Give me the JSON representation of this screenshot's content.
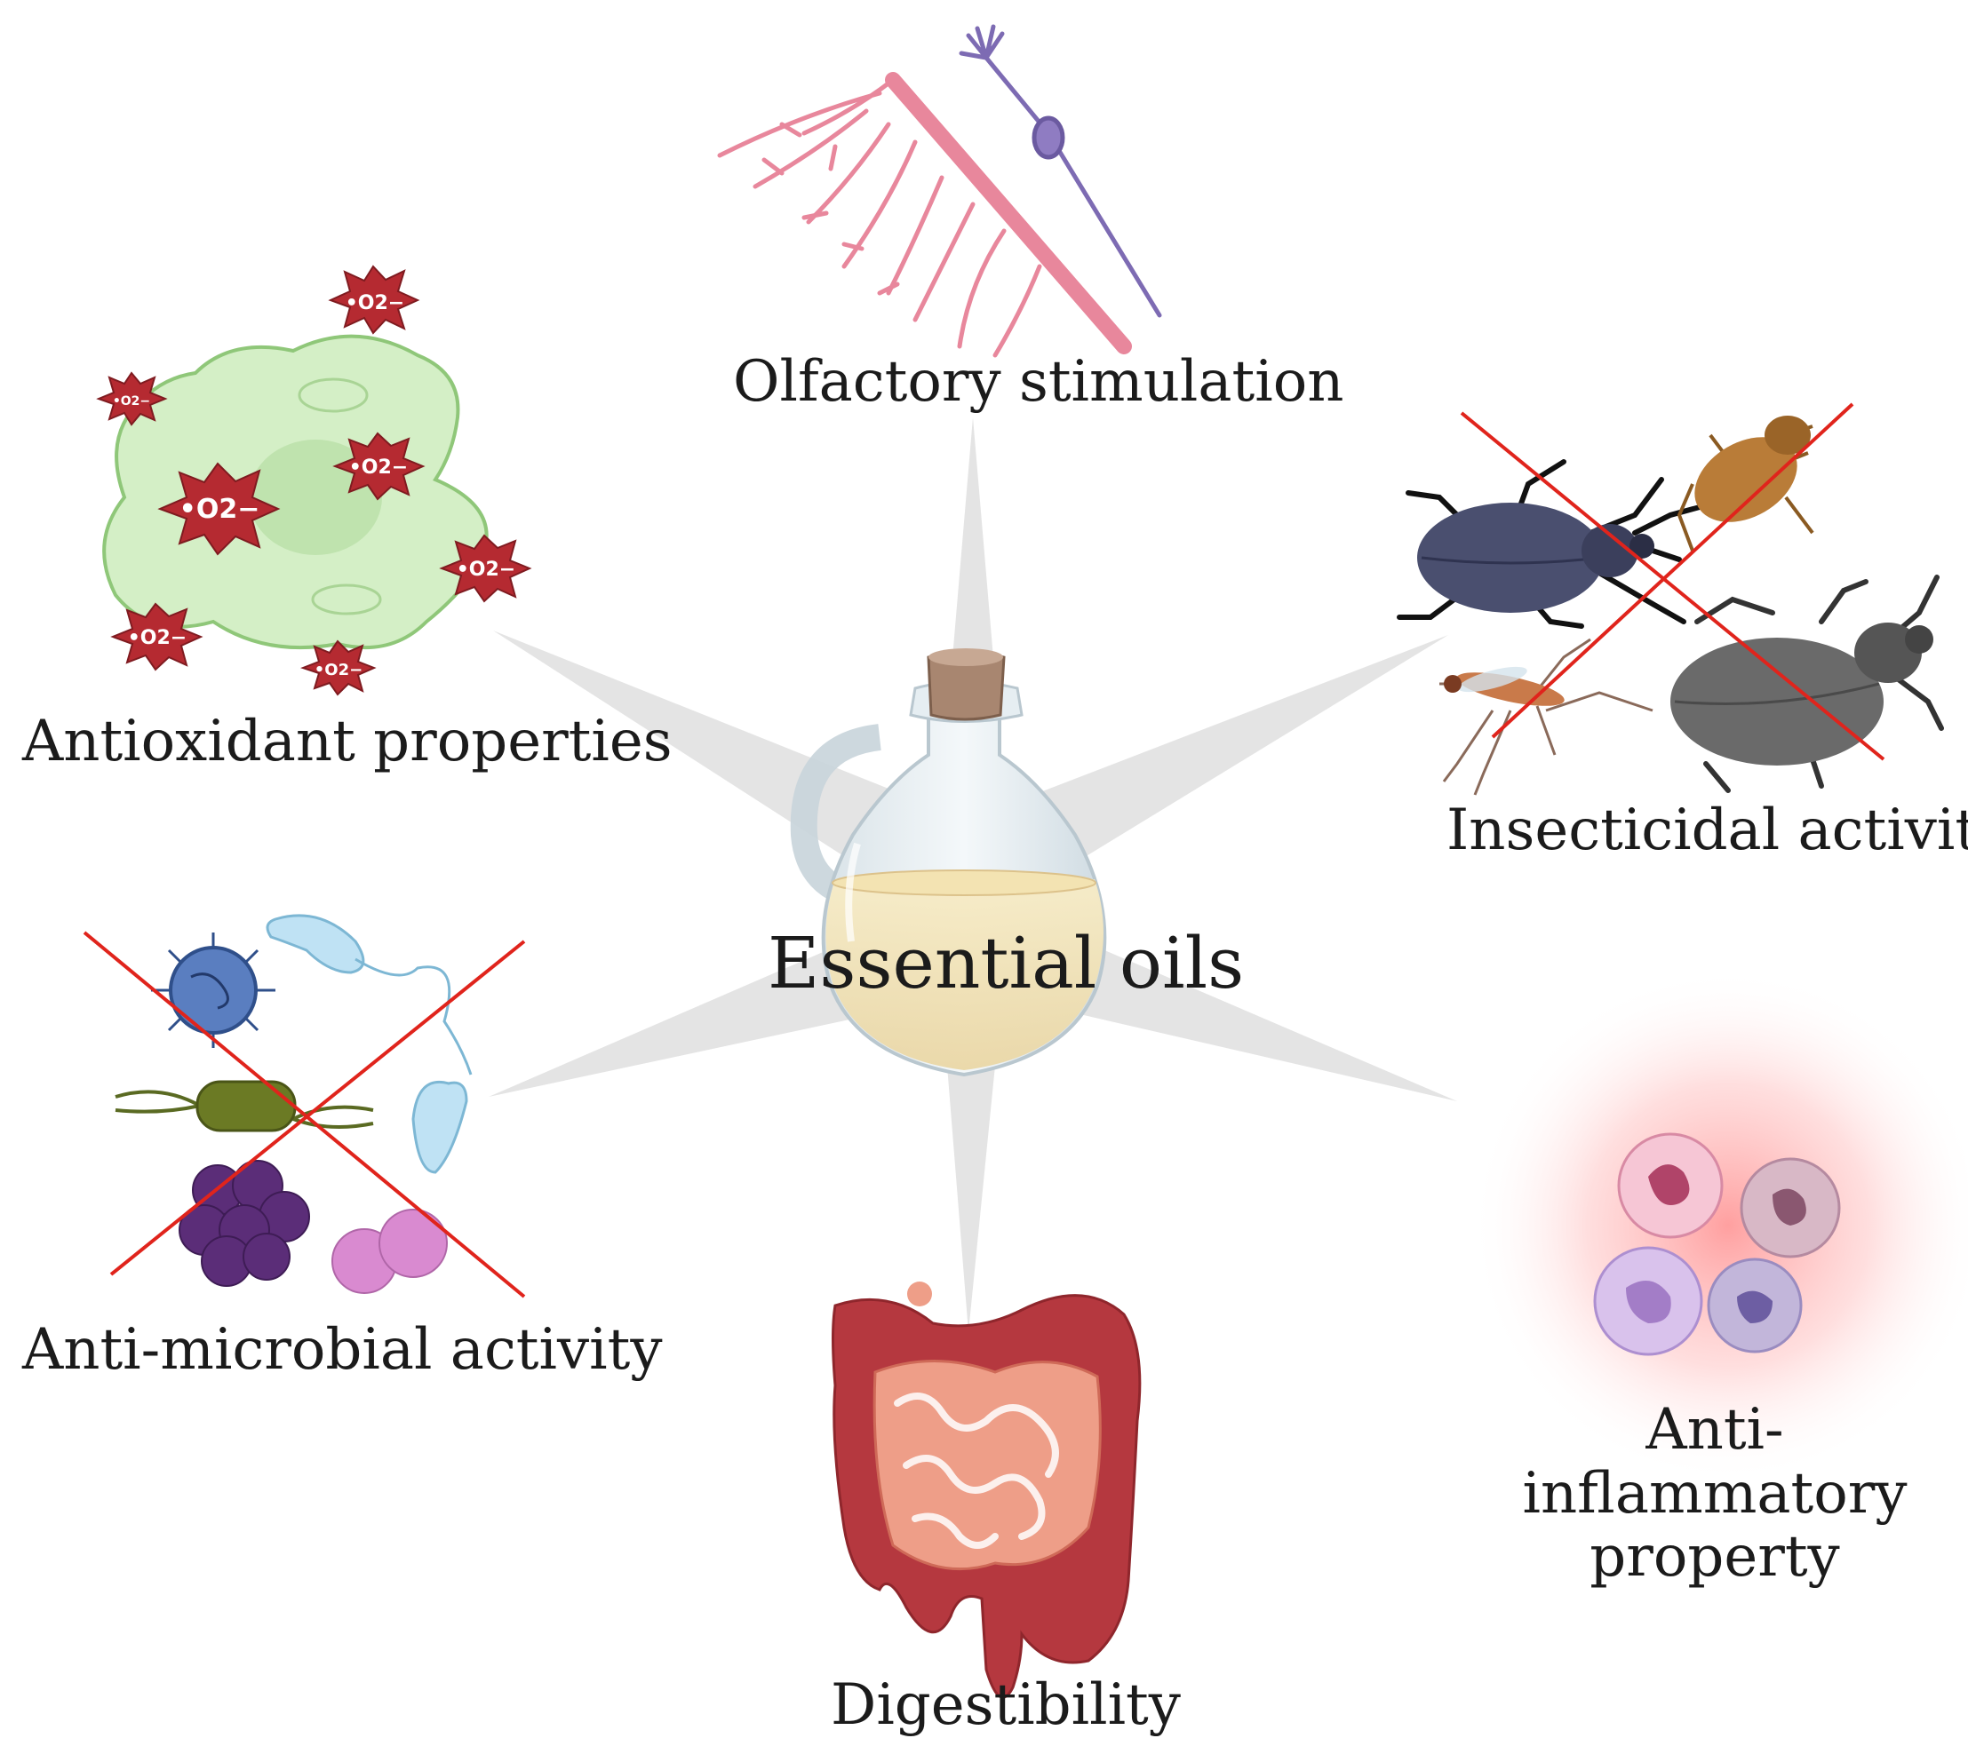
{
  "center": {
    "label": "Essential oils"
  },
  "properties": {
    "olfactory": "Olfactory stimulation",
    "antioxidant": "Antioxidant properties",
    "insecticidal": "Insecticidal activity",
    "antimicrobial": "Anti-microbial activity",
    "anti_inflammatory": [
      "Anti-inflammatory",
      "property"
    ],
    "digestibility": "Digestibility"
  },
  "radical_symbol": "•O2−",
  "colors": {
    "ray": "#e4e4e4",
    "cross": "#e0241c",
    "radical": "#b52a31",
    "cell": "#d4efc6",
    "olfactory_pink": "#e8879c",
    "neuron_purple": "#7d6bb3",
    "intestine_outer": "#b5383f",
    "intestine_inner": "#ee9e88",
    "inflammation_glow": "#ff9a9a"
  }
}
